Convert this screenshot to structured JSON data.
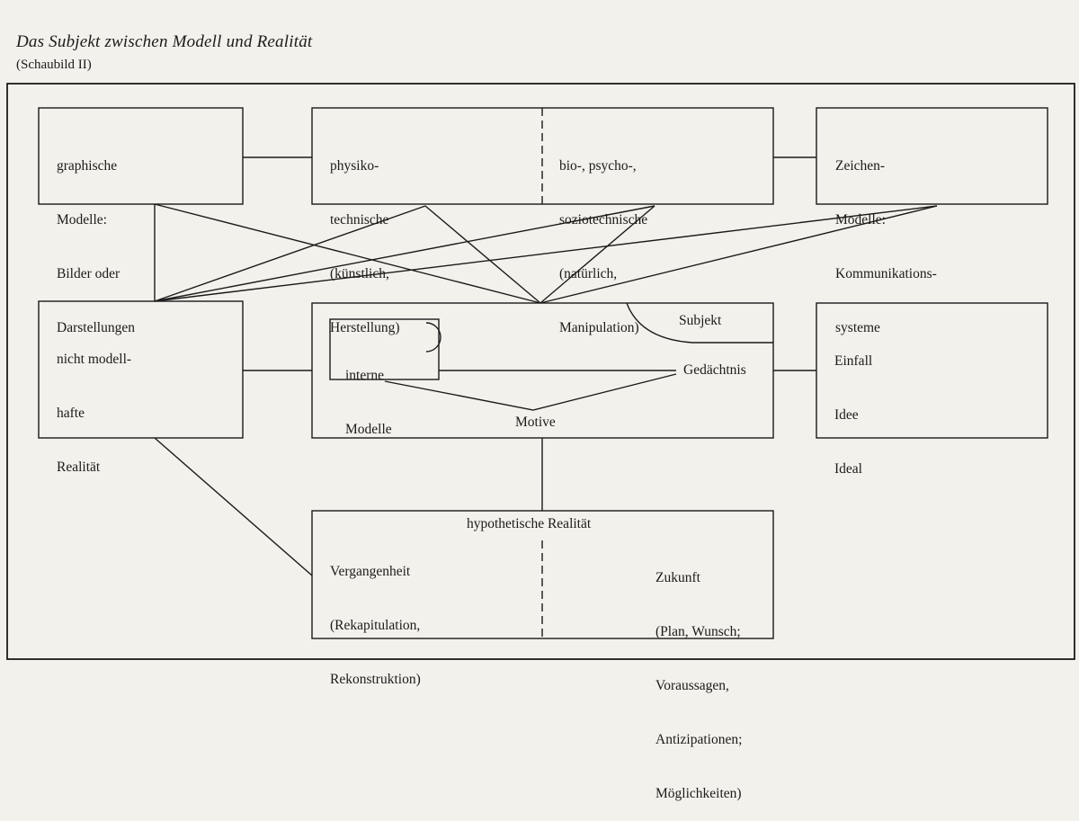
{
  "header": {
    "title": "Das Subjekt zwischen Modell und Realität",
    "subtitle": "(Schaubild II)"
  },
  "nodes": {
    "graphische": {
      "lines": [
        "graphische",
        "Modelle:",
        "Bilder oder",
        "Darstellungen"
      ]
    },
    "physiko": {
      "lines": [
        "physiko-",
        "technische",
        "(künstlich,",
        "Herstellung)"
      ]
    },
    "bio": {
      "lines": [
        "bio-, psycho-,",
        "soziotechnische",
        "(natürlich,",
        "Manipulation)"
      ]
    },
    "zeichen": {
      "lines": [
        "Zeichen-",
        "Modelle:",
        "Kommunikations-",
        "systeme"
      ]
    },
    "nicht_modellhaft": {
      "lines": [
        "nicht modell-",
        "hafte",
        "Realität"
      ]
    },
    "interne_modelle": {
      "lines": [
        "interne",
        "Modelle"
      ]
    },
    "subjekt": {
      "label": "Subjekt"
    },
    "gedaechtnis": {
      "label": "Gedächtnis"
    },
    "motive": {
      "label": "Motive"
    },
    "einfall": {
      "lines": [
        "Einfall",
        "Idee",
        "Ideal"
      ]
    },
    "hypothetisch": {
      "label": "hypothetische Realität"
    },
    "vergangenheit": {
      "lines": [
        "Vergangenheit",
        "(Rekapitulation,",
        "Rekonstruktion)"
      ]
    },
    "zukunft": {
      "lines": [
        "Zukunft",
        "(Plan, Wunsch;",
        "Voraussagen,",
        "Antizipationen;",
        "Möglichkeiten)"
      ]
    }
  }
}
